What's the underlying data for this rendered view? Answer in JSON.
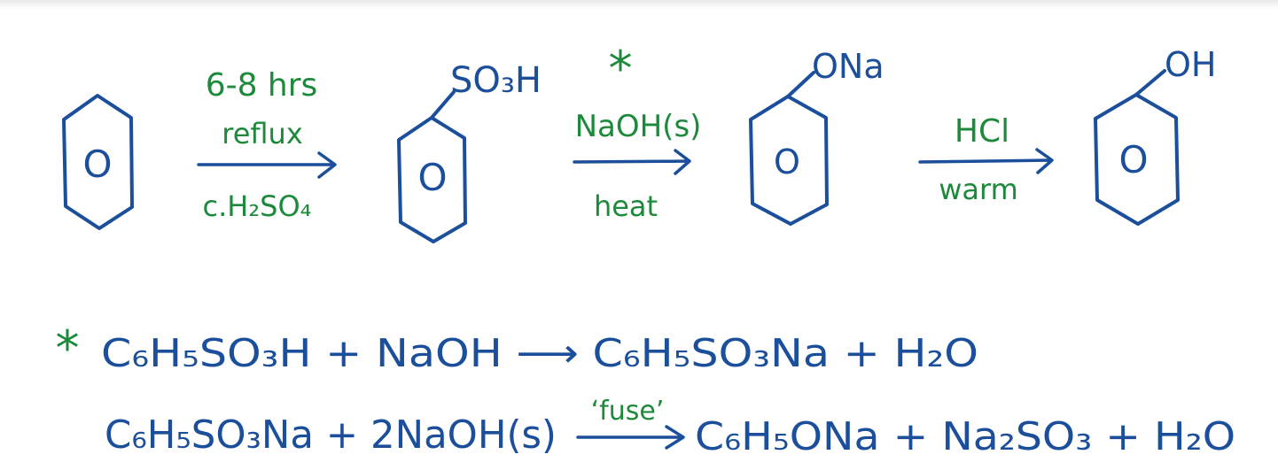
{
  "step1": {
    "above": "6-8 hrs",
    "middle": "reflux",
    "below": "c.H₂SO₄"
  },
  "step2": {
    "star": "*",
    "above": "NaOH(s)",
    "below": "heat"
  },
  "step3": {
    "above": "HCl",
    "below": "warm"
  },
  "structures": {
    "ring_inner": "O",
    "sulfonic_group": "SO₃H",
    "sodium_phenoxide_group": "ONa",
    "phenol_group": "OH"
  },
  "equation1": {
    "star": "*",
    "text": "C₆H₅SO₃H + NaOH ⟶ C₆H₅SO₃Na + H₂O"
  },
  "equation2": {
    "left": "C₆H₅SO₃Na + 2NaOH(s)",
    "arrow_label": "‘fuse’",
    "right": "C₆H₅ONa + Na₂SO₃ + H₂O"
  },
  "colors": {
    "ink_blue": "#1b4e9b",
    "ink_green": "#1d8a3b"
  }
}
